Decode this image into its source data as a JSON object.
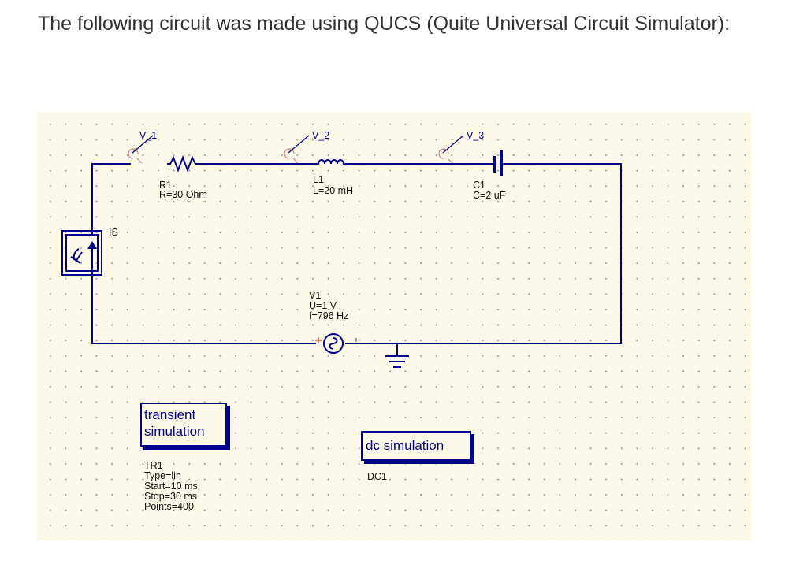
{
  "question": "The following circuit was made using QUCS (Quite Universal Circuit Simulator):",
  "colors": {
    "wire": "#00008b",
    "canvas": "#fdf9e9",
    "grid_dot": "#8f8f8f",
    "source_plus": "#e05050"
  },
  "probes": [
    {
      "label": "V_1"
    },
    {
      "label": "V_2"
    },
    {
      "label": "V_3"
    }
  ],
  "components": {
    "resistor": {
      "name": "R1",
      "value": "R=30 Ohm"
    },
    "inductor": {
      "name": "L1",
      "value": "L=20 mH"
    },
    "capacitor": {
      "name": "C1",
      "value": "C=2 uF"
    },
    "current_probe": {
      "name": "IS"
    },
    "source": {
      "name": "V1",
      "amplitude": "U=1 V",
      "frequency": "f=796 Hz"
    }
  },
  "simulations": {
    "transient": {
      "title_line1": "transient",
      "title_line2": "simulation",
      "name": "TR1",
      "params": [
        "Type=lin",
        "Start=10 ms",
        "Stop=30 ms",
        "Points=400"
      ]
    },
    "dc": {
      "title": "dc simulation",
      "name": "DC1"
    }
  }
}
